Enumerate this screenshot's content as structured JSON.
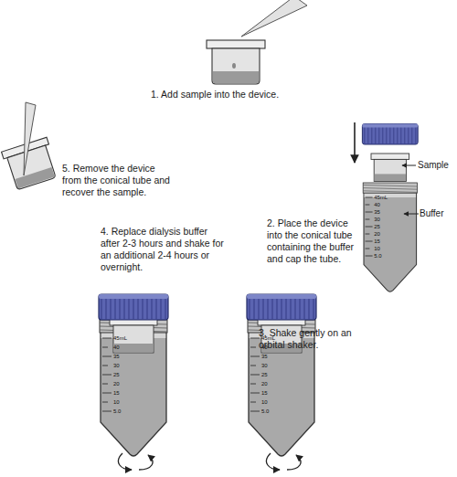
{
  "diagram": {
    "labels": [
      "1. Add sample into the device.",
      "Sample",
      "Buffer",
      "2. Place the device into the conical tube containing the buffer and cap the tube.",
      "3. Shake gently on an orbital shaker.",
      "4. Replace dialysis buffer after 2-3 hours and shake for an additional 2-4 hours or overnight.",
      "5. Remove the device from the conical tube and recover the sample.",
      "45mL",
      "40",
      "35",
      "30",
      "25",
      "20",
      "15",
      "10",
      "5.0",
      "45mL",
      "40",
      "35",
      "30",
      "25",
      "20",
      "15",
      "10",
      "5.0",
      "45mL",
      "40",
      "35",
      "30",
      "25",
      "20",
      "15",
      "10",
      "5.0"
    ]
  }
}
